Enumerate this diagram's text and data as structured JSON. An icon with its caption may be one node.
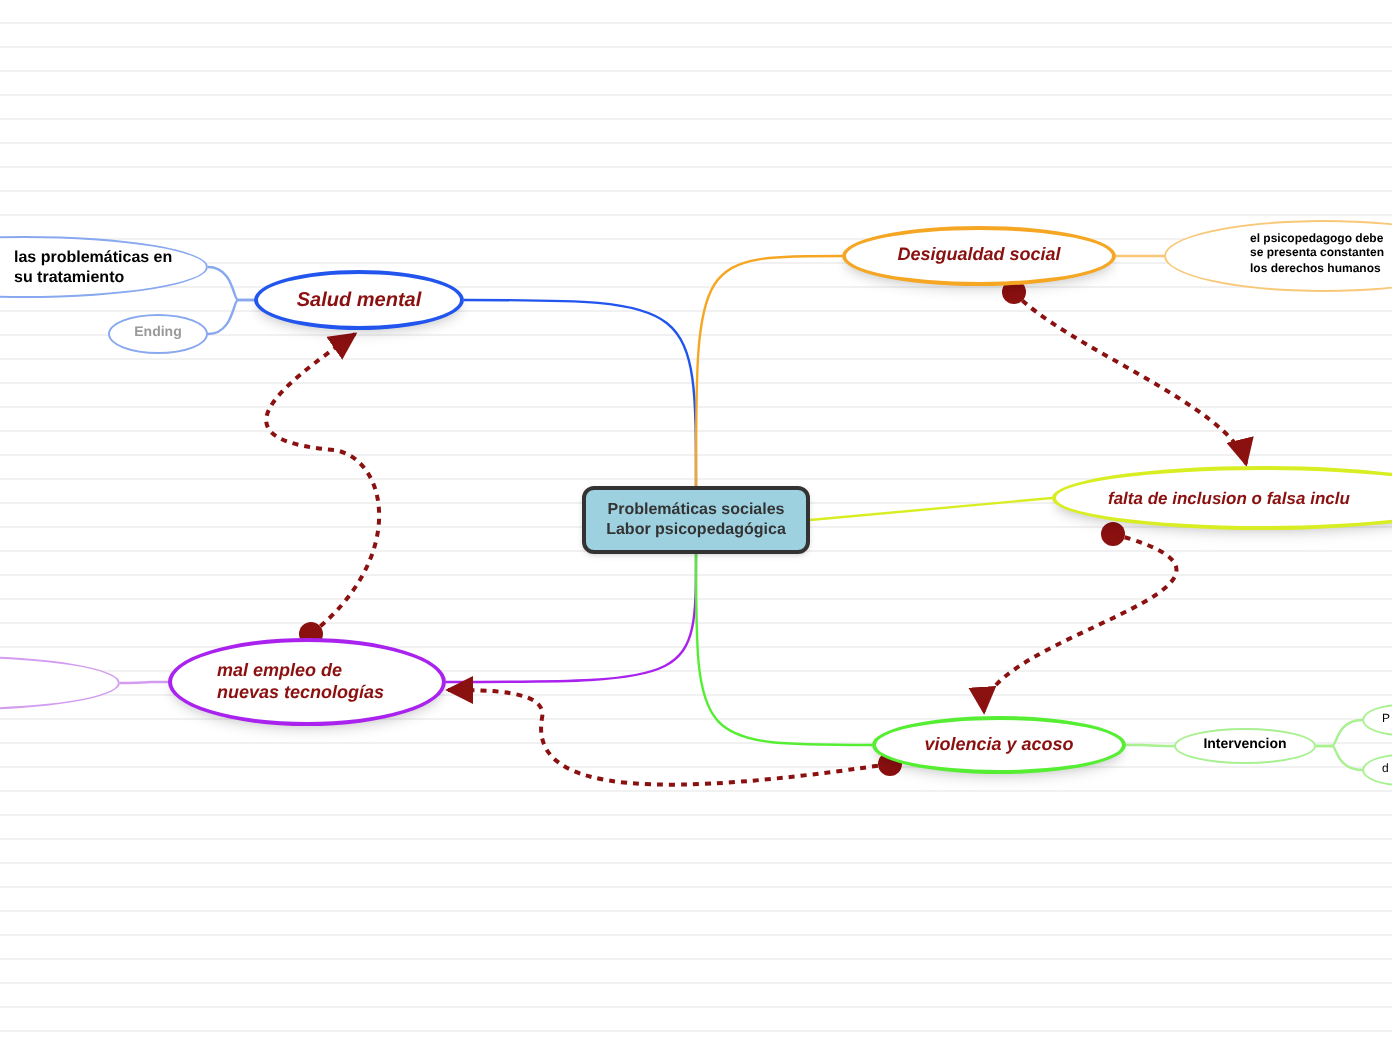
{
  "diagram": {
    "nodes": [
      {
        "text": [
          "Problemáticas sociales Labor psicopedagógica"
        ]
      },
      {
        "text": [
          "Salud mental"
        ]
      },
      {
        "text": [
          "las problemáticas en su tratamiento"
        ]
      },
      {
        "text": [
          "Ending"
        ]
      },
      {
        "text": [
          "mal empleo de nuevas tecnologías"
        ]
      },
      {
        "text": [],
        "shape": "ellipse"
      },
      {
        "text": [
          "Desigualdad social"
        ]
      },
      {
        "text": [
          "el psicopedagogo debe se presenta constanten los derechos humanos"
        ]
      },
      {
        "text": [
          "falta de inclusion o falsa inclu"
        ]
      },
      {
        "text": [
          "violencia y acoso"
        ]
      },
      {
        "text": [
          "Intervencion"
        ]
      },
      {
        "text": [
          "P"
        ]
      },
      {
        "text": [
          "d"
        ]
      }
    ],
    "edges": [
      {
        "from": 0,
        "to": 1,
        "arrow": "none",
        "color": "#2255ee"
      },
      {
        "from": 1,
        "to": 2,
        "arrow": "none",
        "color": "#88a8f0"
      },
      {
        "from": 1,
        "to": 3,
        "arrow": "none",
        "color": "#88a8f0"
      },
      {
        "from": 0,
        "to": 4,
        "arrow": "none",
        "color": "#aa22ee"
      },
      {
        "from": 4,
        "to": 5,
        "arrow": "none",
        "color": "#d39cf0"
      },
      {
        "from": 0,
        "to": 6,
        "arrow": "none",
        "color": "#f5a623"
      },
      {
        "from": 6,
        "to": 7,
        "arrow": "none",
        "color": "#f8c878"
      },
      {
        "from": 0,
        "to": 8,
        "arrow": "none",
        "color": "#d8ee22"
      },
      {
        "from": 0,
        "to": 9,
        "arrow": "none",
        "color": "#55ee33"
      },
      {
        "from": 9,
        "to": 10,
        "arrow": "none",
        "color": "#a8f090"
      },
      {
        "from": 10,
        "to": 11,
        "arrow": "none",
        "color": "#a8f090"
      },
      {
        "from": 10,
        "to": 12,
        "arrow": "none",
        "color": "#a8f090"
      },
      {
        "from": 6,
        "to": 8,
        "arrow": "to",
        "style": "dashed",
        "color": "#8b1010"
      },
      {
        "from": 8,
        "to": 9,
        "arrow": "to",
        "style": "dashed",
        "color": "#8b1010"
      },
      {
        "from": 9,
        "to": 4,
        "arrow": "to",
        "style": "dashed",
        "color": "#8b1010"
      },
      {
        "from": 4,
        "to": 1,
        "arrow": "to",
        "style": "dashed",
        "color": "#8b1010"
      }
    ]
  }
}
